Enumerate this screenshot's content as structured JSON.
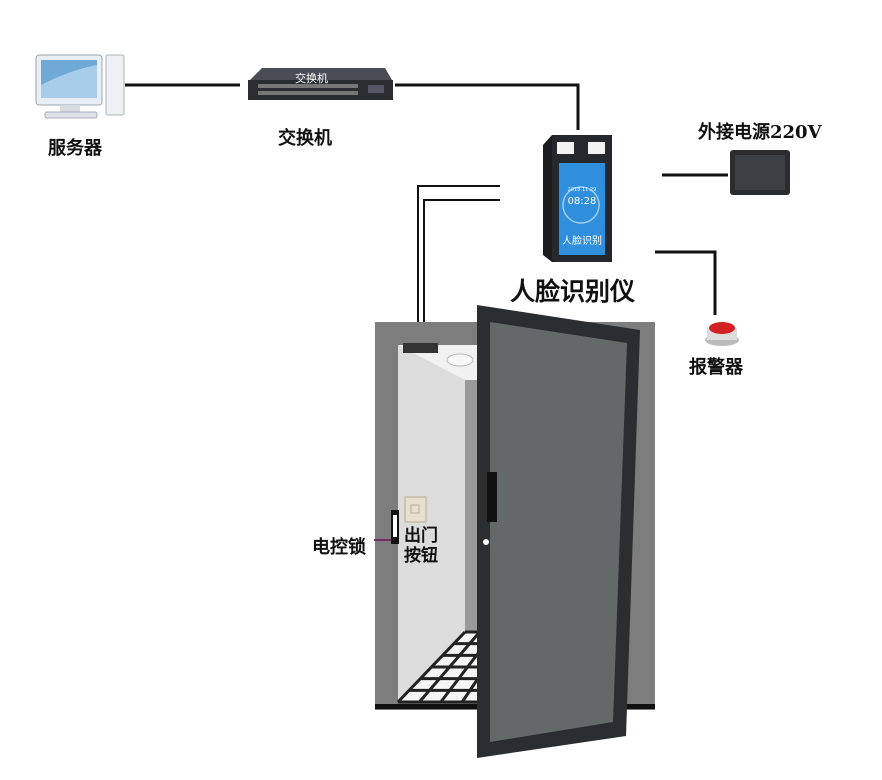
{
  "labels": {
    "server": "服务器",
    "switch": "交换机",
    "switch_device_text": "交换机",
    "face_device": "人脸识别仪",
    "power": "外接电源220V",
    "alarm": "报警器",
    "lock": "电控锁",
    "exit_button_line1": "出门",
    "exit_button_line2": "按钮"
  },
  "face_screen": {
    "date": "2018.11.29",
    "time": "08:28",
    "caption": "人脸识别"
  },
  "colors": {
    "screen_blue": "#2f8fdc",
    "alarm_red": "#d42020",
    "frame_gray": "#7d7d7d",
    "door_dark": "#2a2e30"
  }
}
